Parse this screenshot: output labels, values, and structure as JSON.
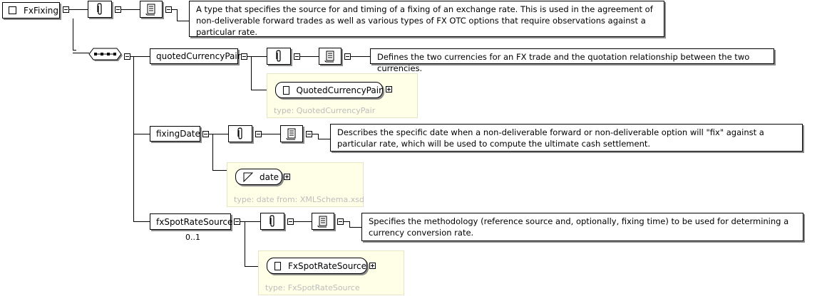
{
  "root": {
    "name": "FxFixing",
    "documentation": "A type that specifies the source for and timing of a fixing of an exchange rate. This is used in the agreement of non-deliverable forward trades as well as various types of FX OTC options that require observations against a particular rate."
  },
  "sequence": {
    "icon": "sequence-compositor-icon"
  },
  "elements": [
    {
      "name": "quotedCurrencyPair",
      "documentation": "Defines the two currencies for an FX trade and the quotation relationship between the two currencies.",
      "type_name": "QuotedCurrencyPair",
      "type_label": "type: QuotedCurrencyPair"
    },
    {
      "name": "fixingDate",
      "documentation": "Describes the specific date when a non-deliverable forward or non-deliverable option will \"fix\" against a particular rate, which will be used to compute the ultimate cash settlement.",
      "type_name": "date",
      "type_label": "type: date from: XMLSchema.xsd"
    },
    {
      "name": "fxSpotRateSource",
      "occurrence": "0..1",
      "documentation": "Specifies the methodology (reference source and, optionally, fixing time) to be used for determining a currency conversion rate.",
      "type_name": "FxSpotRateSource",
      "type_label": "type: FxSpotRateSource"
    }
  ],
  "icons": {
    "annotation": "paperclip-icon",
    "documentation": "scroll-icon",
    "complex_type": "complex-type-icon",
    "simple_type": "simple-type-icon"
  }
}
